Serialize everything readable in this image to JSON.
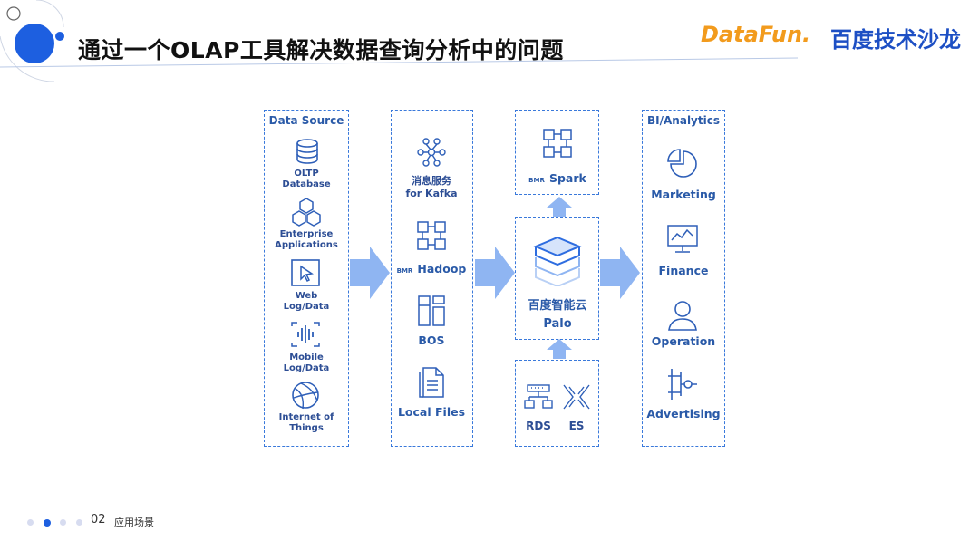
{
  "header": {
    "title": "通过一个OLAP工具解决数据查询分析中的问题",
    "brand_datafun": "DataFun.",
    "brand_baidu": "百度技术沙龙"
  },
  "diagram": {
    "data_source": {
      "heading": "Data Source",
      "items": [
        {
          "label": "OLTP\nDatabase",
          "icon": "database-icon"
        },
        {
          "label": "Enterprise\nApplications",
          "icon": "cubes-icon"
        },
        {
          "label": "Web\nLog/Data",
          "icon": "cursor-window-icon"
        },
        {
          "label": "Mobile\nLog/Data",
          "icon": "waveform-icon"
        },
        {
          "label": "Internet of\nThings",
          "icon": "globe-icon"
        }
      ]
    },
    "middleware": {
      "items": [
        {
          "label": "消息服务\nfor Kafka",
          "icon": "network-nodes-icon"
        },
        {
          "prefix": "BMR",
          "label": "Hadoop",
          "icon": "grid-boxes-icon"
        },
        {
          "label": "BOS",
          "icon": "storage-blocks-icon"
        },
        {
          "label": "Local Files",
          "icon": "file-icon"
        }
      ]
    },
    "spark": {
      "prefix": "BMR",
      "label": "Spark",
      "icon": "grid-boxes-icon"
    },
    "palo": {
      "label": "百度智能云\nPalo",
      "icon": "layers-cube-icon"
    },
    "sources_bottom": [
      {
        "label": "RDS",
        "icon": "server-tree-icon"
      },
      {
        "label": "ES",
        "icon": "funnel-icon"
      }
    ],
    "bi": {
      "heading": "BI/Analytics",
      "items": [
        {
          "label": "Marketing",
          "icon": "pie-chart-icon"
        },
        {
          "label": "Finance",
          "icon": "monitor-chart-icon"
        },
        {
          "label": "Operation",
          "icon": "user-icon"
        },
        {
          "label": "Advertising",
          "icon": "branch-icon"
        }
      ]
    }
  },
  "footer": {
    "page_number": "02",
    "section": "应用场景"
  },
  "colors": {
    "accent": "#1d5fe0",
    "dashed": "#3a79db",
    "arrow": "#8fb5f2",
    "arrow_dark": "#6f9be6"
  }
}
